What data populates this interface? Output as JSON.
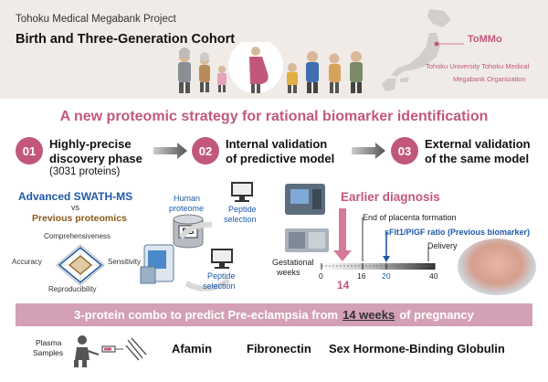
{
  "header": {
    "project": "Tohoku Medical Megabank Project",
    "cohort": "Birth and Three-Generation Cohort",
    "org_short": "ToMMo",
    "org_full_line1": "Tohoku University Tohoku Medical",
    "org_full_line2": "Megabank Organization"
  },
  "main_title": "A new proteomic strategy for rational biomarker identification",
  "steps": [
    {
      "num": "01",
      "line1": "Highly-precise",
      "line2": "discovery phase",
      "line3": "(3031 proteins)"
    },
    {
      "num": "02",
      "line1": "Internal validation",
      "line2": "of predictive model"
    },
    {
      "num": "03",
      "line1": "External validation",
      "line2": "of the same model"
    }
  ],
  "comparison": {
    "method": "Advanced SWATH-MS",
    "vs": "vs",
    "previous": "Previous proteomics"
  },
  "radar": {
    "top": "Comprehensiveness",
    "left": "Accuracy",
    "right": "Sensitivity",
    "bottom": "Reproducibility"
  },
  "pipeline": {
    "human_proteome_1": "Human",
    "human_proteome_2": "proteome",
    "db": "DB",
    "peptide_selection_1": "Peptide",
    "peptide_selection_2": "selection"
  },
  "timeline": {
    "earlier": "Earlier diagnosis",
    "placenta": "End of placenta formation",
    "sflt": "sFlt1/PlGF ratio (Previous biomarker)",
    "delivery": "Delivery",
    "gest_1": "Gestational",
    "gest_2": "weeks",
    "ticks": [
      "0",
      "16",
      "20",
      "40"
    ],
    "highlight": "14"
  },
  "banner": {
    "pre": "3-protein combo to predict Pre-eclampsia from",
    "highlight": "14 weeks",
    "post": "of pregnancy"
  },
  "bottom": {
    "plasma_1": "Plasma",
    "plasma_2": "Samples",
    "proteins": [
      "Afamin",
      "Fibronectin",
      "Sex Hormone-Binding Globulin"
    ]
  },
  "colors": {
    "accent": "#c2577e",
    "banner": "#d3a0b5",
    "header_bg": "#f0ebe6",
    "blue": "#1f5aa8",
    "brown": "#8a5a1c"
  }
}
